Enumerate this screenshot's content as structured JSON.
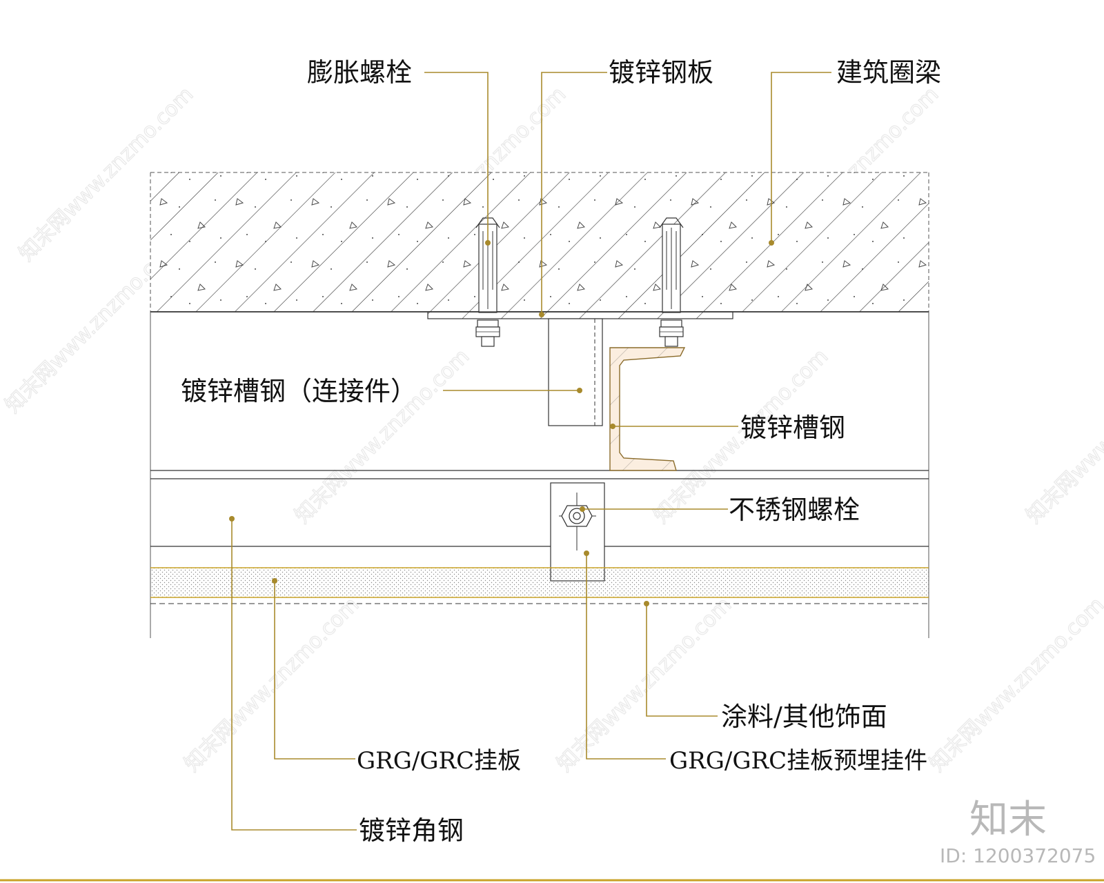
{
  "labels": {
    "expansion_bolt": "膨胀螺栓",
    "galvanized_steel_plate": "镀锌钢板",
    "ring_beam": "建筑圈梁",
    "channel_connector": "镀锌槽钢（连接件）",
    "channel_steel": "镀锌槽钢",
    "stainless_bolt": "不锈钢螺栓",
    "coating": "涂料/其他饰面",
    "grg_panel": "GRG/GRC挂板",
    "grg_embedded": "GRG/GRC挂板预埋挂件",
    "angle_steel": "镀锌角钢"
  },
  "watermark": {
    "brand": "知末",
    "id": "ID: 1200372075",
    "pattern_text": "知末网www.znzmo.com"
  },
  "colors": {
    "leader": "#a88a2c",
    "line": "#333333",
    "bottom_rule": "#c9a227"
  }
}
